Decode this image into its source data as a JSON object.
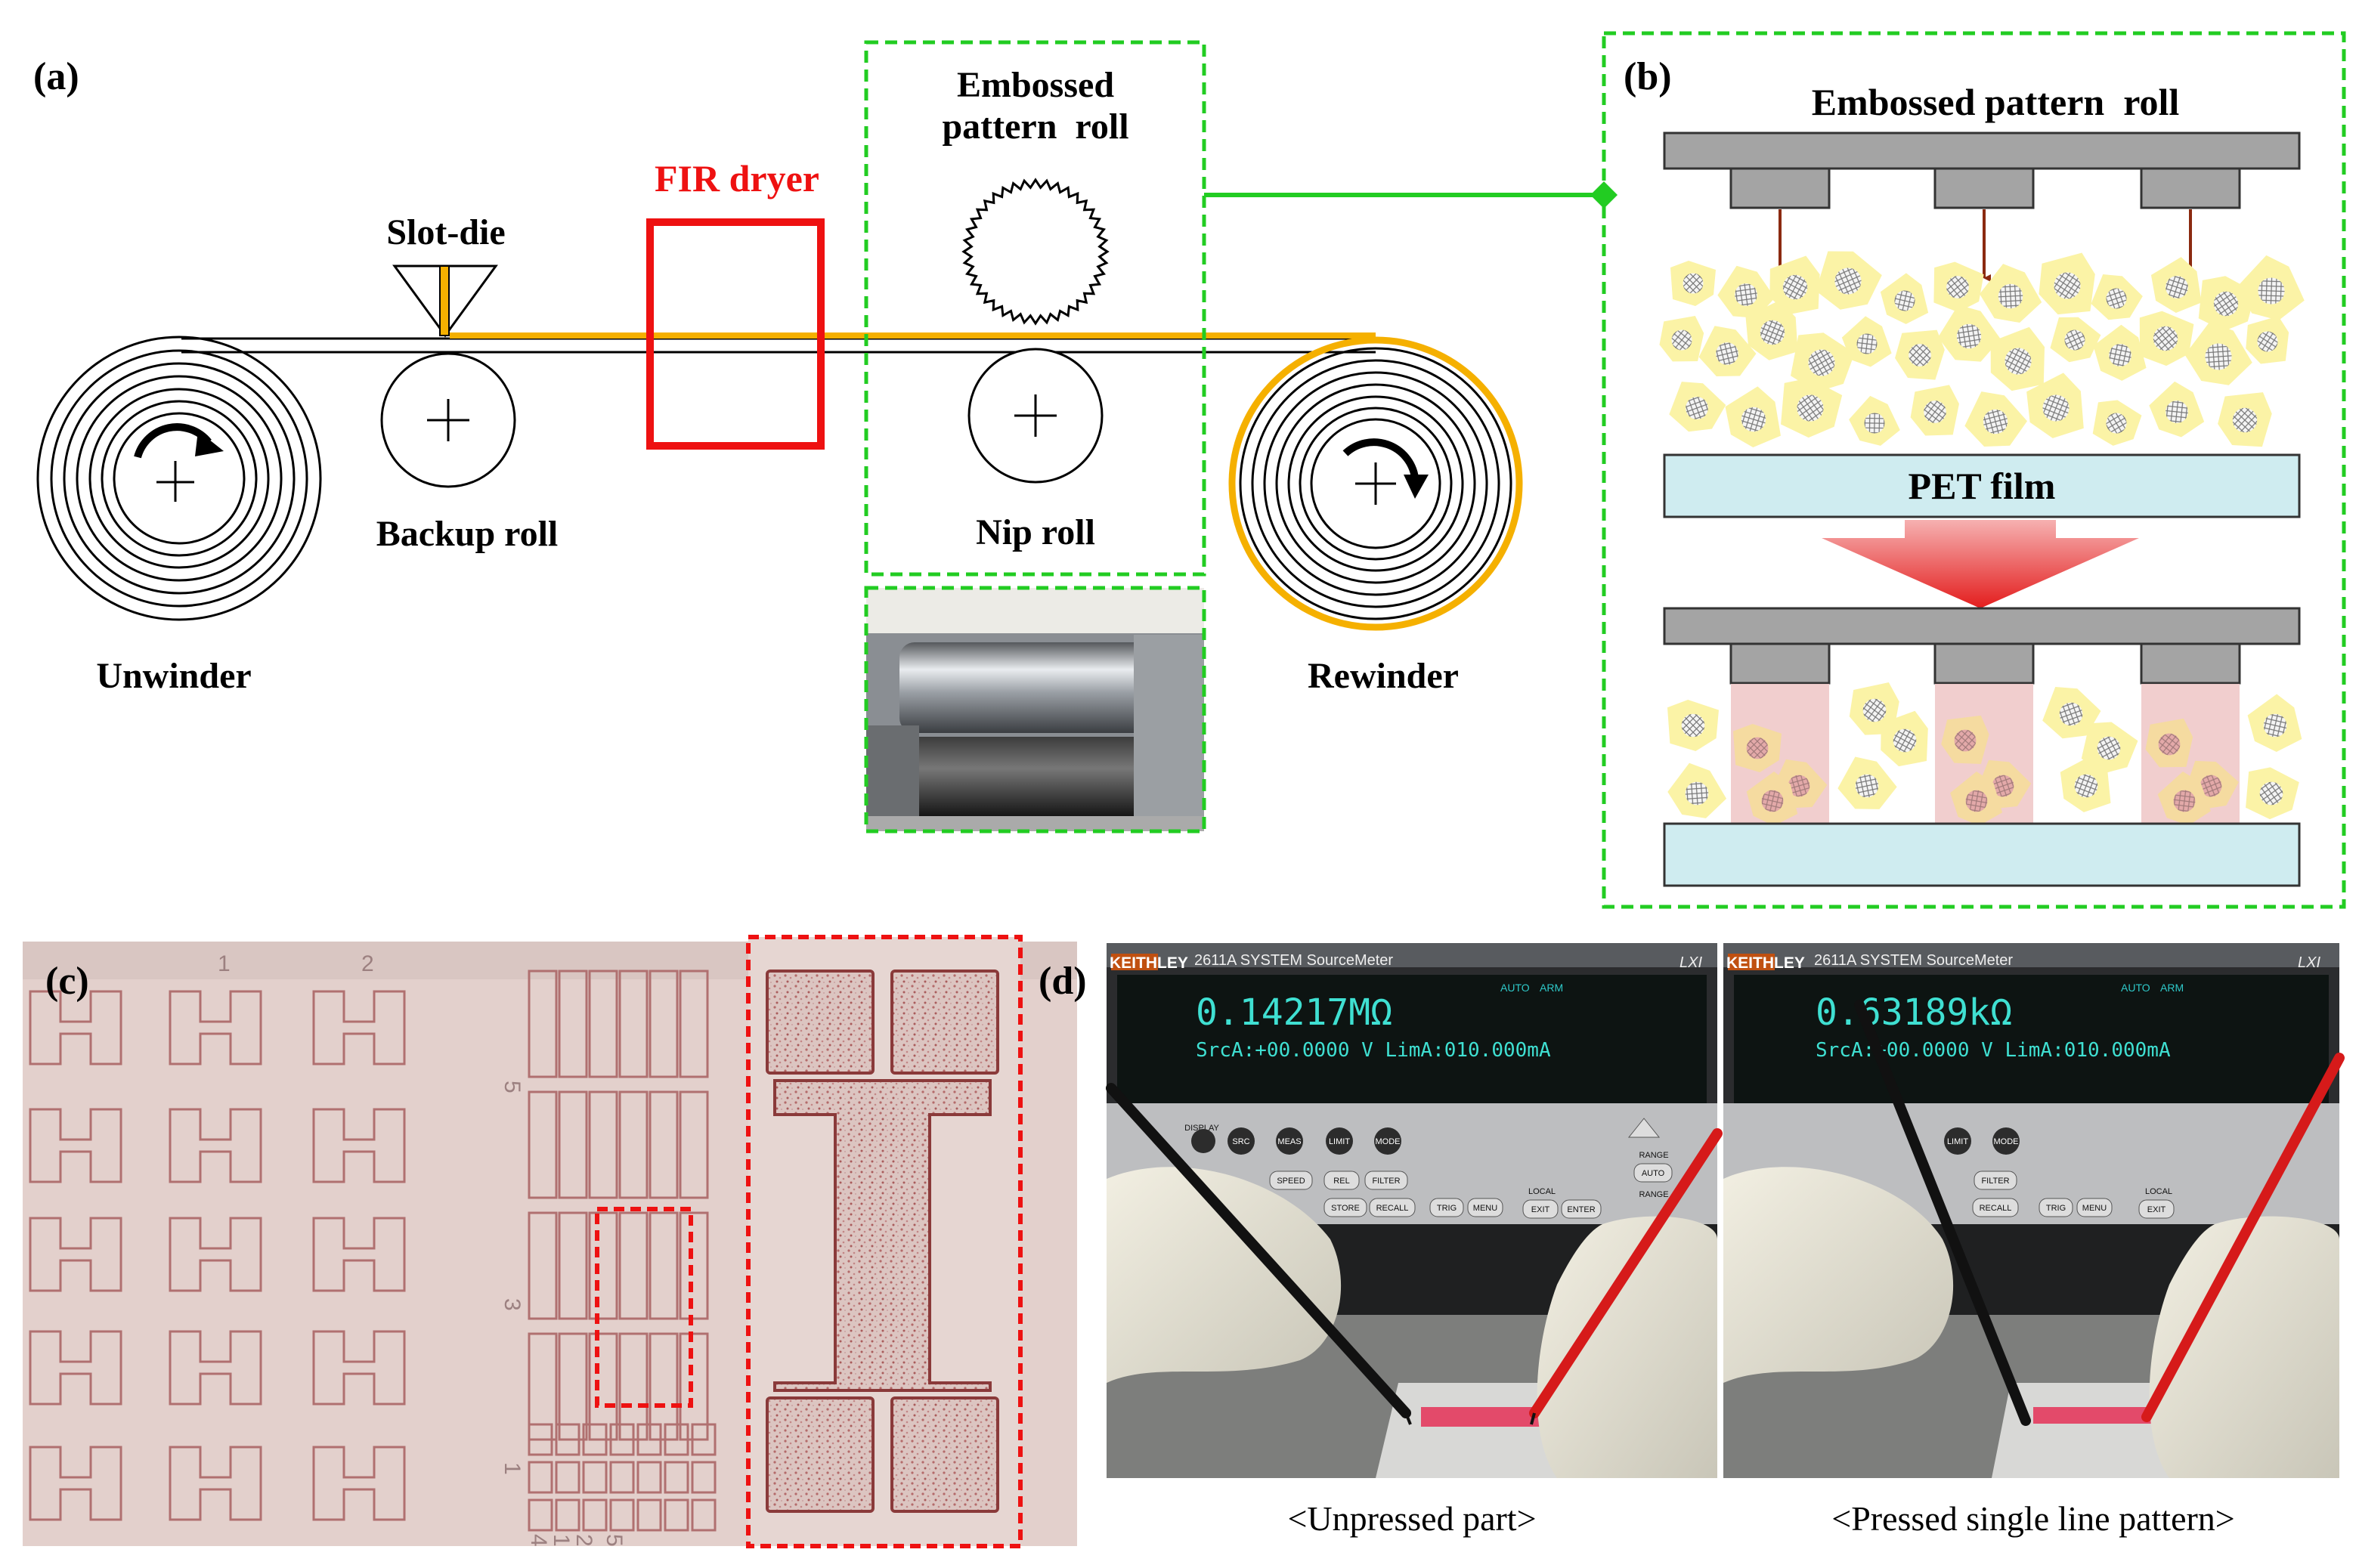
{
  "panel_a": {
    "label": "(a)",
    "unwinder": "Unwinder",
    "slot_die": "Slot-die",
    "backup_roll": "Backup roll",
    "fir_dryer": "FIR dryer",
    "embossed_roll_line1": "Embossed",
    "embossed_roll_line2": "pattern  roll",
    "nip_roll": "Nip roll",
    "rewinder": "Rewinder"
  },
  "panel_b": {
    "label": "(b)",
    "title": "Embossed pattern  roll",
    "film": "PET film"
  },
  "panel_c": {
    "label": "(c)",
    "numbers": [
      "1",
      "2",
      "5",
      "3",
      "1",
      "4",
      "1",
      "2",
      "5"
    ]
  },
  "panel_d": {
    "label": "(d)",
    "brand": "KEITHLEY",
    "model": "2611A SYSTEM SourceMeter",
    "lxi": "LXI",
    "auto": "AUTO",
    "arm": "ARM",
    "left_reading": "0.14217MΩ",
    "right_reading": "0.63189kΩ",
    "source_line": "SrcA:+00.0000 V LimA:010.000mA",
    "buttons": [
      "SRC",
      "MEAS",
      "LIMIT",
      "MODE",
      "SPEED",
      "REL",
      "FILTER",
      "STORE",
      "RECALL",
      "TRIG",
      "MENU",
      "EXIT",
      "ENTER",
      "RANGE",
      "AUTO",
      "RANGE",
      "LOCAL",
      "DISPLAY"
    ],
    "caption_left": "<Unpressed part>",
    "caption_right": "<Pressed single line pattern>"
  },
  "colors": {
    "green_dash": "#22cc22",
    "red": "#ee1111",
    "orange_web": "#f5b000",
    "roll_gray": "#a0a0a0",
    "film_blue": "#cfecf0",
    "particle_yellow": "#fbf3a6",
    "pressed_pink": "#e7b9b9",
    "arrow_brown": "#8b2a10",
    "panel_c_bg": "#e5d2ce",
    "pattern_red": "#a23b3b"
  }
}
